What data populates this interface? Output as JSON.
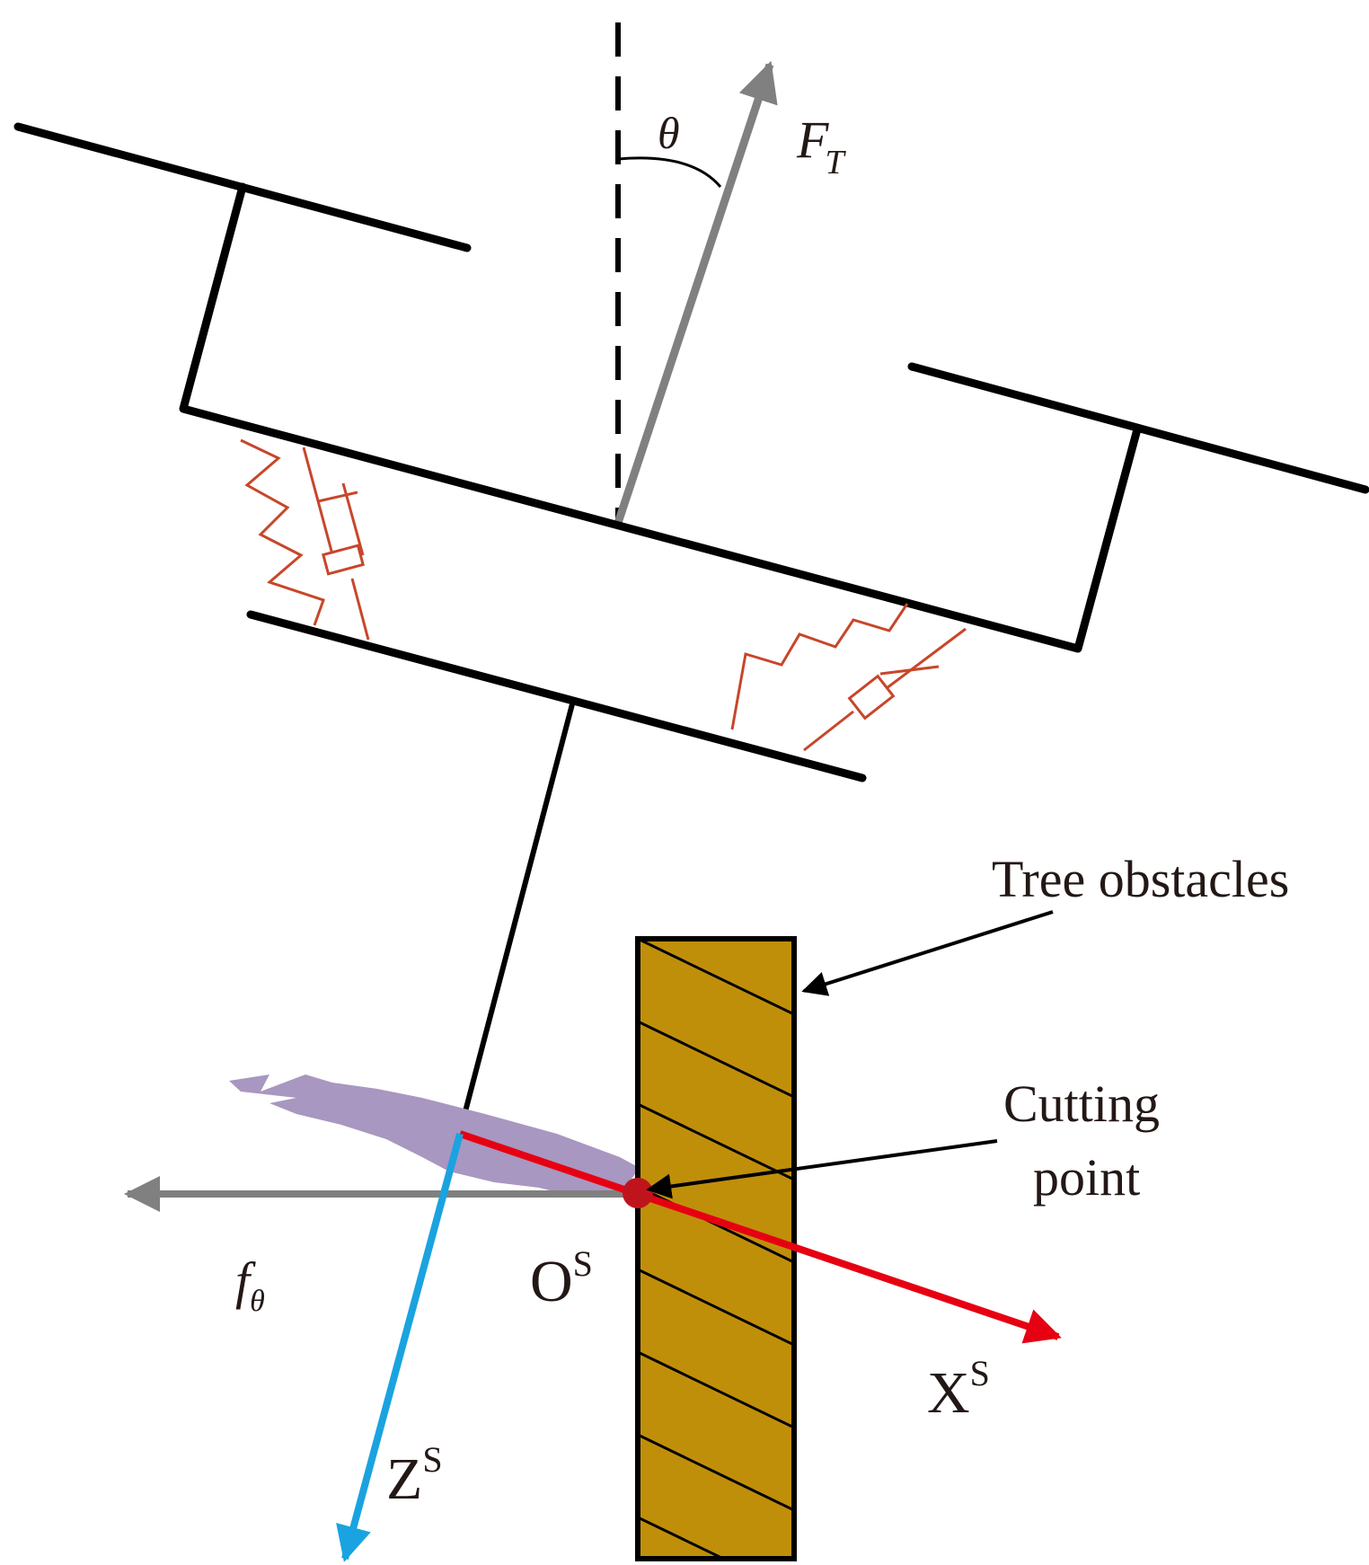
{
  "labels": {
    "theta": "θ",
    "ft_main": "F",
    "ft_sub": "T",
    "tree_obstacles": "Tree obstacles",
    "cutting_line1": "Cutting",
    "cutting_line2": "point",
    "origin_main": "O",
    "origin_sup": "S",
    "f_theta_main": "f",
    "f_theta_sub": "θ",
    "xs_main": "X",
    "xs_sup": "S",
    "zs_main": "Z",
    "zs_sup": "S"
  },
  "colors": {
    "frame": "#000000",
    "force_arrow": "#808080",
    "spring_damper": "#c8462a",
    "tree_fill": "#c08f0a",
    "cutting_point": "#c0141c",
    "x_axis": "#e60012",
    "z_axis": "#1aa3e0",
    "debris": "#a897c0"
  }
}
